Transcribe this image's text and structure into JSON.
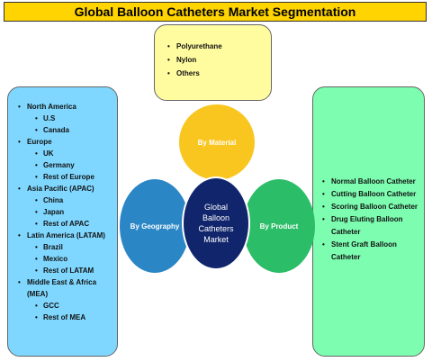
{
  "title": "Global Balloon Catheters Market Segmentation",
  "center_label": [
    "Global",
    "Balloon",
    "Catheters",
    "Market"
  ],
  "segments": {
    "material": {
      "label": "By Material",
      "items": [
        "Polyurethane",
        "Nylon",
        "Others"
      ]
    },
    "geography": {
      "label": "By Geography"
    },
    "product": {
      "label": "By Product",
      "items": [
        "Normal Balloon Catheter",
        "Cutting Balloon Catheter",
        "Scoring Balloon Catheter",
        "Drug Eluting Balloon",
        "Catheter",
        "Stent Graft Balloon",
        "Catheter"
      ]
    }
  },
  "geography_list": [
    {
      "text": "North America",
      "level": 0
    },
    {
      "text": "U.S",
      "level": 1
    },
    {
      "text": "Canada",
      "level": 1
    },
    {
      "text": "Europe",
      "level": 0
    },
    {
      "text": "UK",
      "level": 1
    },
    {
      "text": "Germany",
      "level": 1
    },
    {
      "text": "Rest of Europe",
      "level": 1
    },
    {
      "text": "Asia Pacific (APAC)",
      "level": 0
    },
    {
      "text": "China",
      "level": 1
    },
    {
      "text": "Japan",
      "level": 1
    },
    {
      "text": "Rest of APAC",
      "level": 1
    },
    {
      "text": "Latin America (LATAM)",
      "level": 0
    },
    {
      "text": "Brazil",
      "level": 1
    },
    {
      "text": "Mexico",
      "level": 1
    },
    {
      "text": "Rest of LATAM",
      "level": 1
    },
    {
      "text": "Middle East & Africa",
      "level": 0
    },
    {
      "text": "(MEA)",
      "level": 0
    },
    {
      "text": "GCC",
      "level": 1
    },
    {
      "text": "Rest of MEA",
      "level": 1
    }
  ],
  "colors": {
    "title_bg": "#ffd400",
    "material_box": "#fffb9f",
    "geography_box": "#7fd7ff",
    "product_box": "#7dfdb0",
    "material_circle": "#f9c51f",
    "geography_circle": "#2b86c5",
    "product_circle": "#2bbd67",
    "center_circle": "#10256b"
  }
}
